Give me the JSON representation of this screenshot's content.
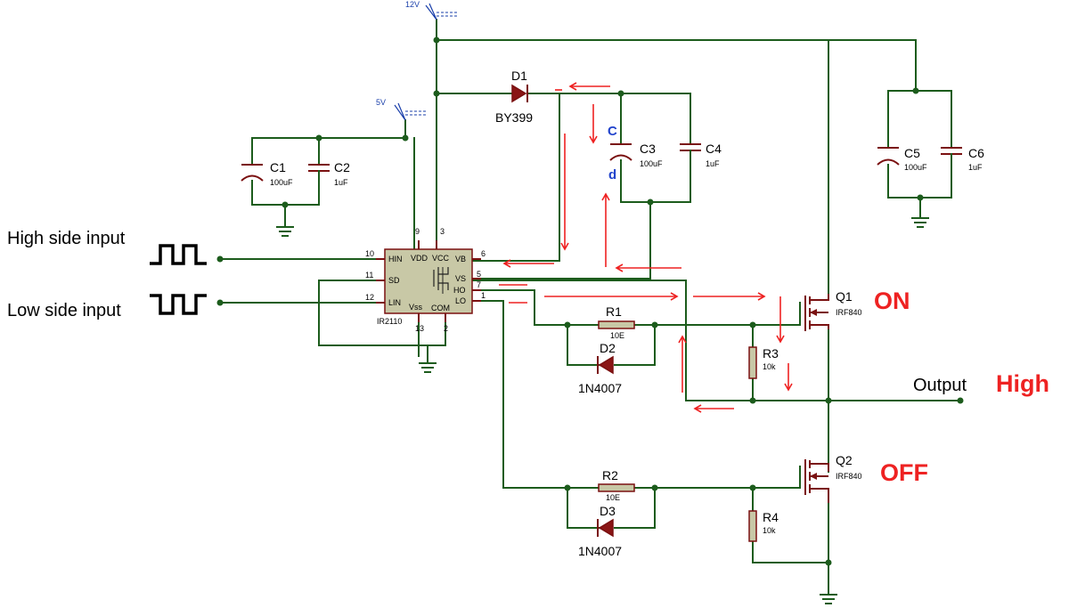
{
  "rails": {
    "v12": "12V",
    "v5": "5V"
  },
  "inputs": {
    "high_side": "High side input",
    "low_side": "Low side input"
  },
  "output": {
    "label": "Output",
    "state": "High"
  },
  "states": {
    "q1": "ON",
    "q2": "OFF"
  },
  "annot": {
    "c": "C",
    "d": "d"
  },
  "ic": {
    "name": "IR2110",
    "pins": {
      "hin": "HIN",
      "sd": "SD",
      "lin": "LIN",
      "vdd": "VDD",
      "vcc": "VCC",
      "vss": "Vss",
      "com": "COM",
      "vb": "VB",
      "vs": "VS",
      "ho": "HO",
      "lo": "LO"
    },
    "pin_numbers": {
      "hin": "10",
      "sd": "11",
      "lin": "12",
      "vdd": "9",
      "vcc": "3",
      "vss": "13",
      "com": "2",
      "vb": "6",
      "vs": "5",
      "ho": "7",
      "lo": "1"
    }
  },
  "components": {
    "d1": {
      "ref": "D1",
      "value": "BY399"
    },
    "c1": {
      "ref": "C1",
      "value": "100uF"
    },
    "c2": {
      "ref": "C2",
      "value": "1uF"
    },
    "c3": {
      "ref": "C3",
      "value": "100uF"
    },
    "c4": {
      "ref": "C4",
      "value": "1uF"
    },
    "c5": {
      "ref": "C5",
      "value": "100uF"
    },
    "c6": {
      "ref": "C6",
      "value": "1uF"
    },
    "r1": {
      "ref": "R1",
      "value": "10E"
    },
    "r2": {
      "ref": "R2",
      "value": "10E"
    },
    "r3": {
      "ref": "R3",
      "value": "10k"
    },
    "r4": {
      "ref": "R4",
      "value": "10k"
    },
    "d2": {
      "ref": "D2",
      "value": "1N4007"
    },
    "d3": {
      "ref": "D3",
      "value": "1N4007"
    },
    "q1": {
      "ref": "Q1",
      "value": "IRF840"
    },
    "q2": {
      "ref": "Q2",
      "value": "IRF840"
    }
  },
  "colors": {
    "wire": "#1c5c1c",
    "component": "#7a1010",
    "current_flow": "#ee2222",
    "annotation": "#2244cc",
    "rail_label": "#1a3faa",
    "ic_body": "#c8c8a6"
  }
}
